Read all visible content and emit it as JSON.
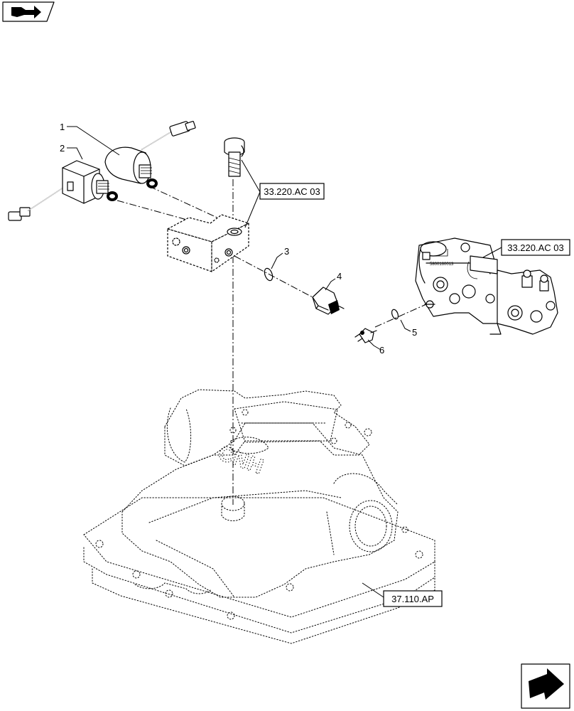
{
  "callouts": [
    {
      "id": "1",
      "label": "1"
    },
    {
      "id": "2",
      "label": "2"
    },
    {
      "id": "3",
      "label": "3"
    },
    {
      "id": "4",
      "label": "4"
    },
    {
      "id": "5",
      "label": "5"
    },
    {
      "id": "6",
      "label": "6"
    }
  ],
  "references": [
    {
      "id": "ref-a",
      "label": "33.220.AC 03"
    },
    {
      "id": "ref-b",
      "label": "33.220.AC 03"
    },
    {
      "id": "ref-c",
      "label": "37.110.AP"
    }
  ],
  "housing_logo": "CNH",
  "icons": {
    "top_left": "book-arrow-icon",
    "bottom_right": "next-page-arrow-icon"
  }
}
